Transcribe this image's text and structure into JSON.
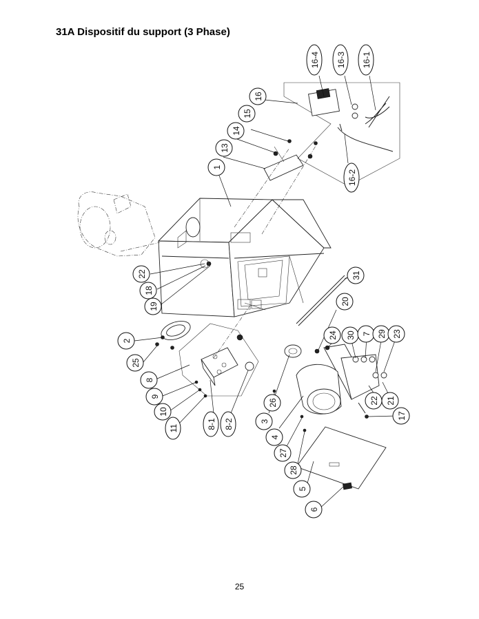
{
  "page": {
    "title": "31A Dispositif du support (3 Phase)",
    "page_number": "25"
  },
  "callouts": [
    "16-4",
    "16-3",
    "16-1",
    "16",
    "15",
    "14",
    "13",
    "1",
    "16-2",
    "22",
    "18",
    "19",
    "31",
    "20",
    "2",
    "25",
    "8",
    "9",
    "10",
    "11",
    "8-1",
    "8-2",
    "24",
    "30",
    "7",
    "29",
    "23",
    "26",
    "22",
    "21",
    "3",
    "17",
    "4",
    "27",
    "28",
    "5",
    "6"
  ]
}
